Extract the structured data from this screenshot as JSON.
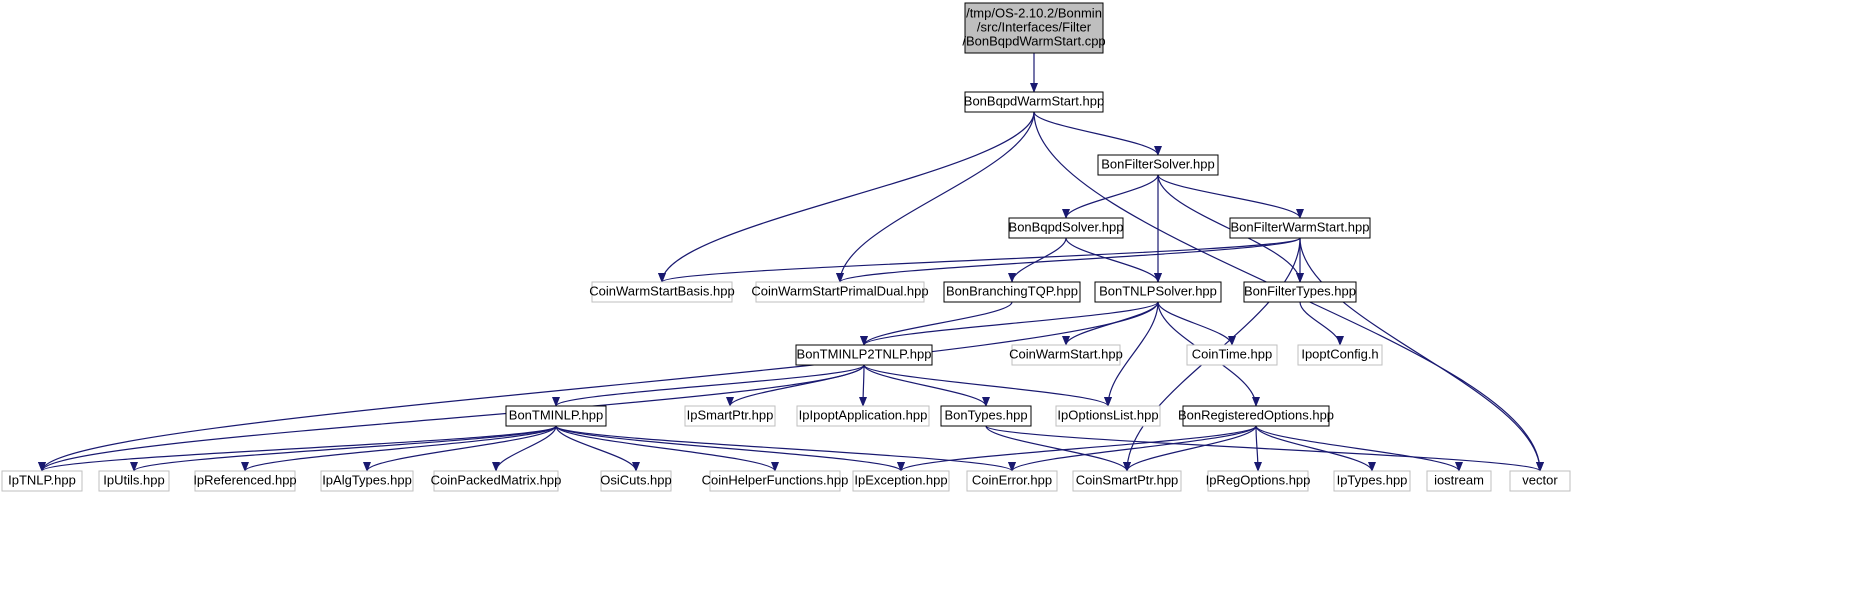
{
  "graph": {
    "colors": {
      "edge": "#191970",
      "node_border_documented": "#000000",
      "node_border_external": "#bfbfbf",
      "root_fill": "#bfbfbf",
      "node_fill": "#ffffff",
      "text": "#000000"
    },
    "nodes": [
      {
        "id": "root",
        "kind": "root",
        "lines": [
          "/tmp/OS-2.10.2/Bonmin",
          "/src/Interfaces/Filter",
          "/BonBqpdWarmStart.cpp"
        ]
      },
      {
        "id": "bqpdws_h",
        "kind": "doc",
        "lines": [
          "BonBqpdWarmStart.hpp"
        ]
      },
      {
        "id": "filtersolver",
        "kind": "doc",
        "lines": [
          "BonFilterSolver.hpp"
        ]
      },
      {
        "id": "bqpdsolver",
        "kind": "doc",
        "lines": [
          "BonBqpdSolver.hpp"
        ]
      },
      {
        "id": "filterws",
        "kind": "doc",
        "lines": [
          "BonFilterWarmStart.hpp"
        ]
      },
      {
        "id": "cwsbasis",
        "kind": "ext",
        "lines": [
          "CoinWarmStartBasis.hpp"
        ]
      },
      {
        "id": "cwspd",
        "kind": "ext",
        "lines": [
          "CoinWarmStartPrimalDual.hpp"
        ]
      },
      {
        "id": "branchtqp",
        "kind": "doc",
        "lines": [
          "BonBranchingTQP.hpp"
        ]
      },
      {
        "id": "tnlpsolver",
        "kind": "doc",
        "lines": [
          "BonTNLPSolver.hpp"
        ]
      },
      {
        "id": "filtertypes",
        "kind": "doc",
        "lines": [
          "BonFilterTypes.hpp"
        ]
      },
      {
        "id": "tminlp2tnlp",
        "kind": "doc",
        "lines": [
          "BonTMINLP2TNLP.hpp"
        ]
      },
      {
        "id": "cws",
        "kind": "ext",
        "lines": [
          "CoinWarmStart.hpp"
        ]
      },
      {
        "id": "cointime",
        "kind": "ext",
        "lines": [
          "CoinTime.hpp"
        ]
      },
      {
        "id": "ipoptconfig",
        "kind": "ext",
        "lines": [
          "IpoptConfig.h"
        ]
      },
      {
        "id": "tminlp",
        "kind": "doc",
        "lines": [
          "BonTMINLP.hpp"
        ]
      },
      {
        "id": "ipsmartptr",
        "kind": "ext",
        "lines": [
          "IpSmartPtr.hpp"
        ]
      },
      {
        "id": "ipoptapp",
        "kind": "ext",
        "lines": [
          "IpIpoptApplication.hpp"
        ]
      },
      {
        "id": "bontypes",
        "kind": "doc",
        "lines": [
          "BonTypes.hpp"
        ]
      },
      {
        "id": "ipoptionslist",
        "kind": "ext",
        "lines": [
          "IpOptionsList.hpp"
        ]
      },
      {
        "id": "regopts",
        "kind": "doc",
        "lines": [
          "BonRegisteredOptions.hpp"
        ]
      },
      {
        "id": "iptnlp",
        "kind": "ext",
        "lines": [
          "IpTNLP.hpp"
        ]
      },
      {
        "id": "iputils",
        "kind": "ext",
        "lines": [
          "IpUtils.hpp"
        ]
      },
      {
        "id": "ipreferenced",
        "kind": "ext",
        "lines": [
          "IpReferenced.hpp"
        ]
      },
      {
        "id": "ipalgtypes",
        "kind": "ext",
        "lines": [
          "IpAlgTypes.hpp"
        ]
      },
      {
        "id": "cpm",
        "kind": "ext",
        "lines": [
          "CoinPackedMatrix.hpp"
        ]
      },
      {
        "id": "osicuts",
        "kind": "ext",
        "lines": [
          "OsiCuts.hpp"
        ]
      },
      {
        "id": "chf",
        "kind": "ext",
        "lines": [
          "CoinHelperFunctions.hpp"
        ]
      },
      {
        "id": "ipexception",
        "kind": "ext",
        "lines": [
          "IpException.hpp"
        ]
      },
      {
        "id": "coinerror",
        "kind": "ext",
        "lines": [
          "CoinError.hpp"
        ]
      },
      {
        "id": "coinsmartptr",
        "kind": "ext",
        "lines": [
          "CoinSmartPtr.hpp"
        ]
      },
      {
        "id": "ipregoptions",
        "kind": "ext",
        "lines": [
          "IpRegOptions.hpp"
        ]
      },
      {
        "id": "iptypes",
        "kind": "ext",
        "lines": [
          "IpTypes.hpp"
        ]
      },
      {
        "id": "iostream",
        "kind": "ext",
        "lines": [
          "iostream"
        ]
      },
      {
        "id": "vector",
        "kind": "ext",
        "lines": [
          "vector"
        ]
      }
    ],
    "edges": [
      [
        "root",
        "bqpdws_h"
      ],
      [
        "bqpdws_h",
        "filtersolver"
      ],
      [
        "bqpdws_h",
        "cwsbasis"
      ],
      [
        "bqpdws_h",
        "cwspd"
      ],
      [
        "bqpdws_h",
        "vector"
      ],
      [
        "filtersolver",
        "bqpdsolver"
      ],
      [
        "filtersolver",
        "filterws"
      ],
      [
        "filtersolver",
        "tnlpsolver"
      ],
      [
        "filtersolver",
        "filtertypes"
      ],
      [
        "filterws",
        "cwsbasis"
      ],
      [
        "filterws",
        "cwspd"
      ],
      [
        "filterws",
        "filtertypes"
      ],
      [
        "filterws",
        "coinsmartptr"
      ],
      [
        "filterws",
        "vector"
      ],
      [
        "bqpdsolver",
        "branchtqp"
      ],
      [
        "bqpdsolver",
        "tnlpsolver"
      ],
      [
        "branchtqp",
        "tminlp2tnlp"
      ],
      [
        "tnlpsolver",
        "tminlp2tnlp"
      ],
      [
        "tnlpsolver",
        "cws"
      ],
      [
        "tnlpsolver",
        "cointime"
      ],
      [
        "tnlpsolver",
        "regopts"
      ],
      [
        "tnlpsolver",
        "iptnlp"
      ],
      [
        "tnlpsolver",
        "ipoptionslist"
      ],
      [
        "filtertypes",
        "ipoptconfig"
      ],
      [
        "tminlp2tnlp",
        "tminlp"
      ],
      [
        "tminlp2tnlp",
        "ipsmartptr"
      ],
      [
        "tminlp2tnlp",
        "ipoptapp"
      ],
      [
        "tminlp2tnlp",
        "bontypes"
      ],
      [
        "tminlp2tnlp",
        "ipoptionslist"
      ],
      [
        "tminlp2tnlp",
        "iptnlp"
      ],
      [
        "tminlp",
        "iptnlp"
      ],
      [
        "tminlp",
        "iputils"
      ],
      [
        "tminlp",
        "ipreferenced"
      ],
      [
        "tminlp",
        "ipalgtypes"
      ],
      [
        "tminlp",
        "cpm"
      ],
      [
        "tminlp",
        "osicuts"
      ],
      [
        "tminlp",
        "chf"
      ],
      [
        "tminlp",
        "ipexception"
      ],
      [
        "tminlp",
        "coinerror"
      ],
      [
        "bontypes",
        "coinsmartptr"
      ],
      [
        "bontypes",
        "vector"
      ],
      [
        "regopts",
        "ipexception"
      ],
      [
        "regopts",
        "coinerror"
      ],
      [
        "regopts",
        "coinsmartptr"
      ],
      [
        "regopts",
        "ipregoptions"
      ],
      [
        "regopts",
        "iptypes"
      ],
      [
        "regopts",
        "iostream"
      ]
    ]
  }
}
